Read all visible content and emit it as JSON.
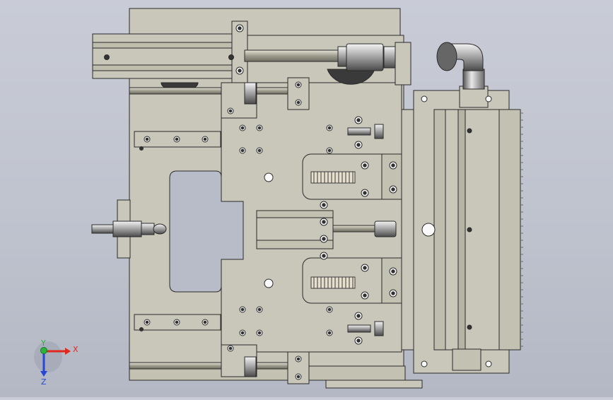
{
  "viewport": {
    "background_top": "#c9ccd6",
    "background_bottom": "#b4b8c4"
  },
  "model": {
    "part_color": "#c8c7b9",
    "part_dark": "#b5b4a4",
    "edge_color": "#2a2a2a",
    "hole_color": "#3a3a3a",
    "metal_color": "#8e8e8e",
    "spring_color": "#d9d2c0"
  },
  "triad": {
    "x_label": "X",
    "y_label": "Y",
    "z_label": "Z",
    "x_color": "#e0281f",
    "y_color": "#2bb33a",
    "z_color": "#2546d6"
  }
}
